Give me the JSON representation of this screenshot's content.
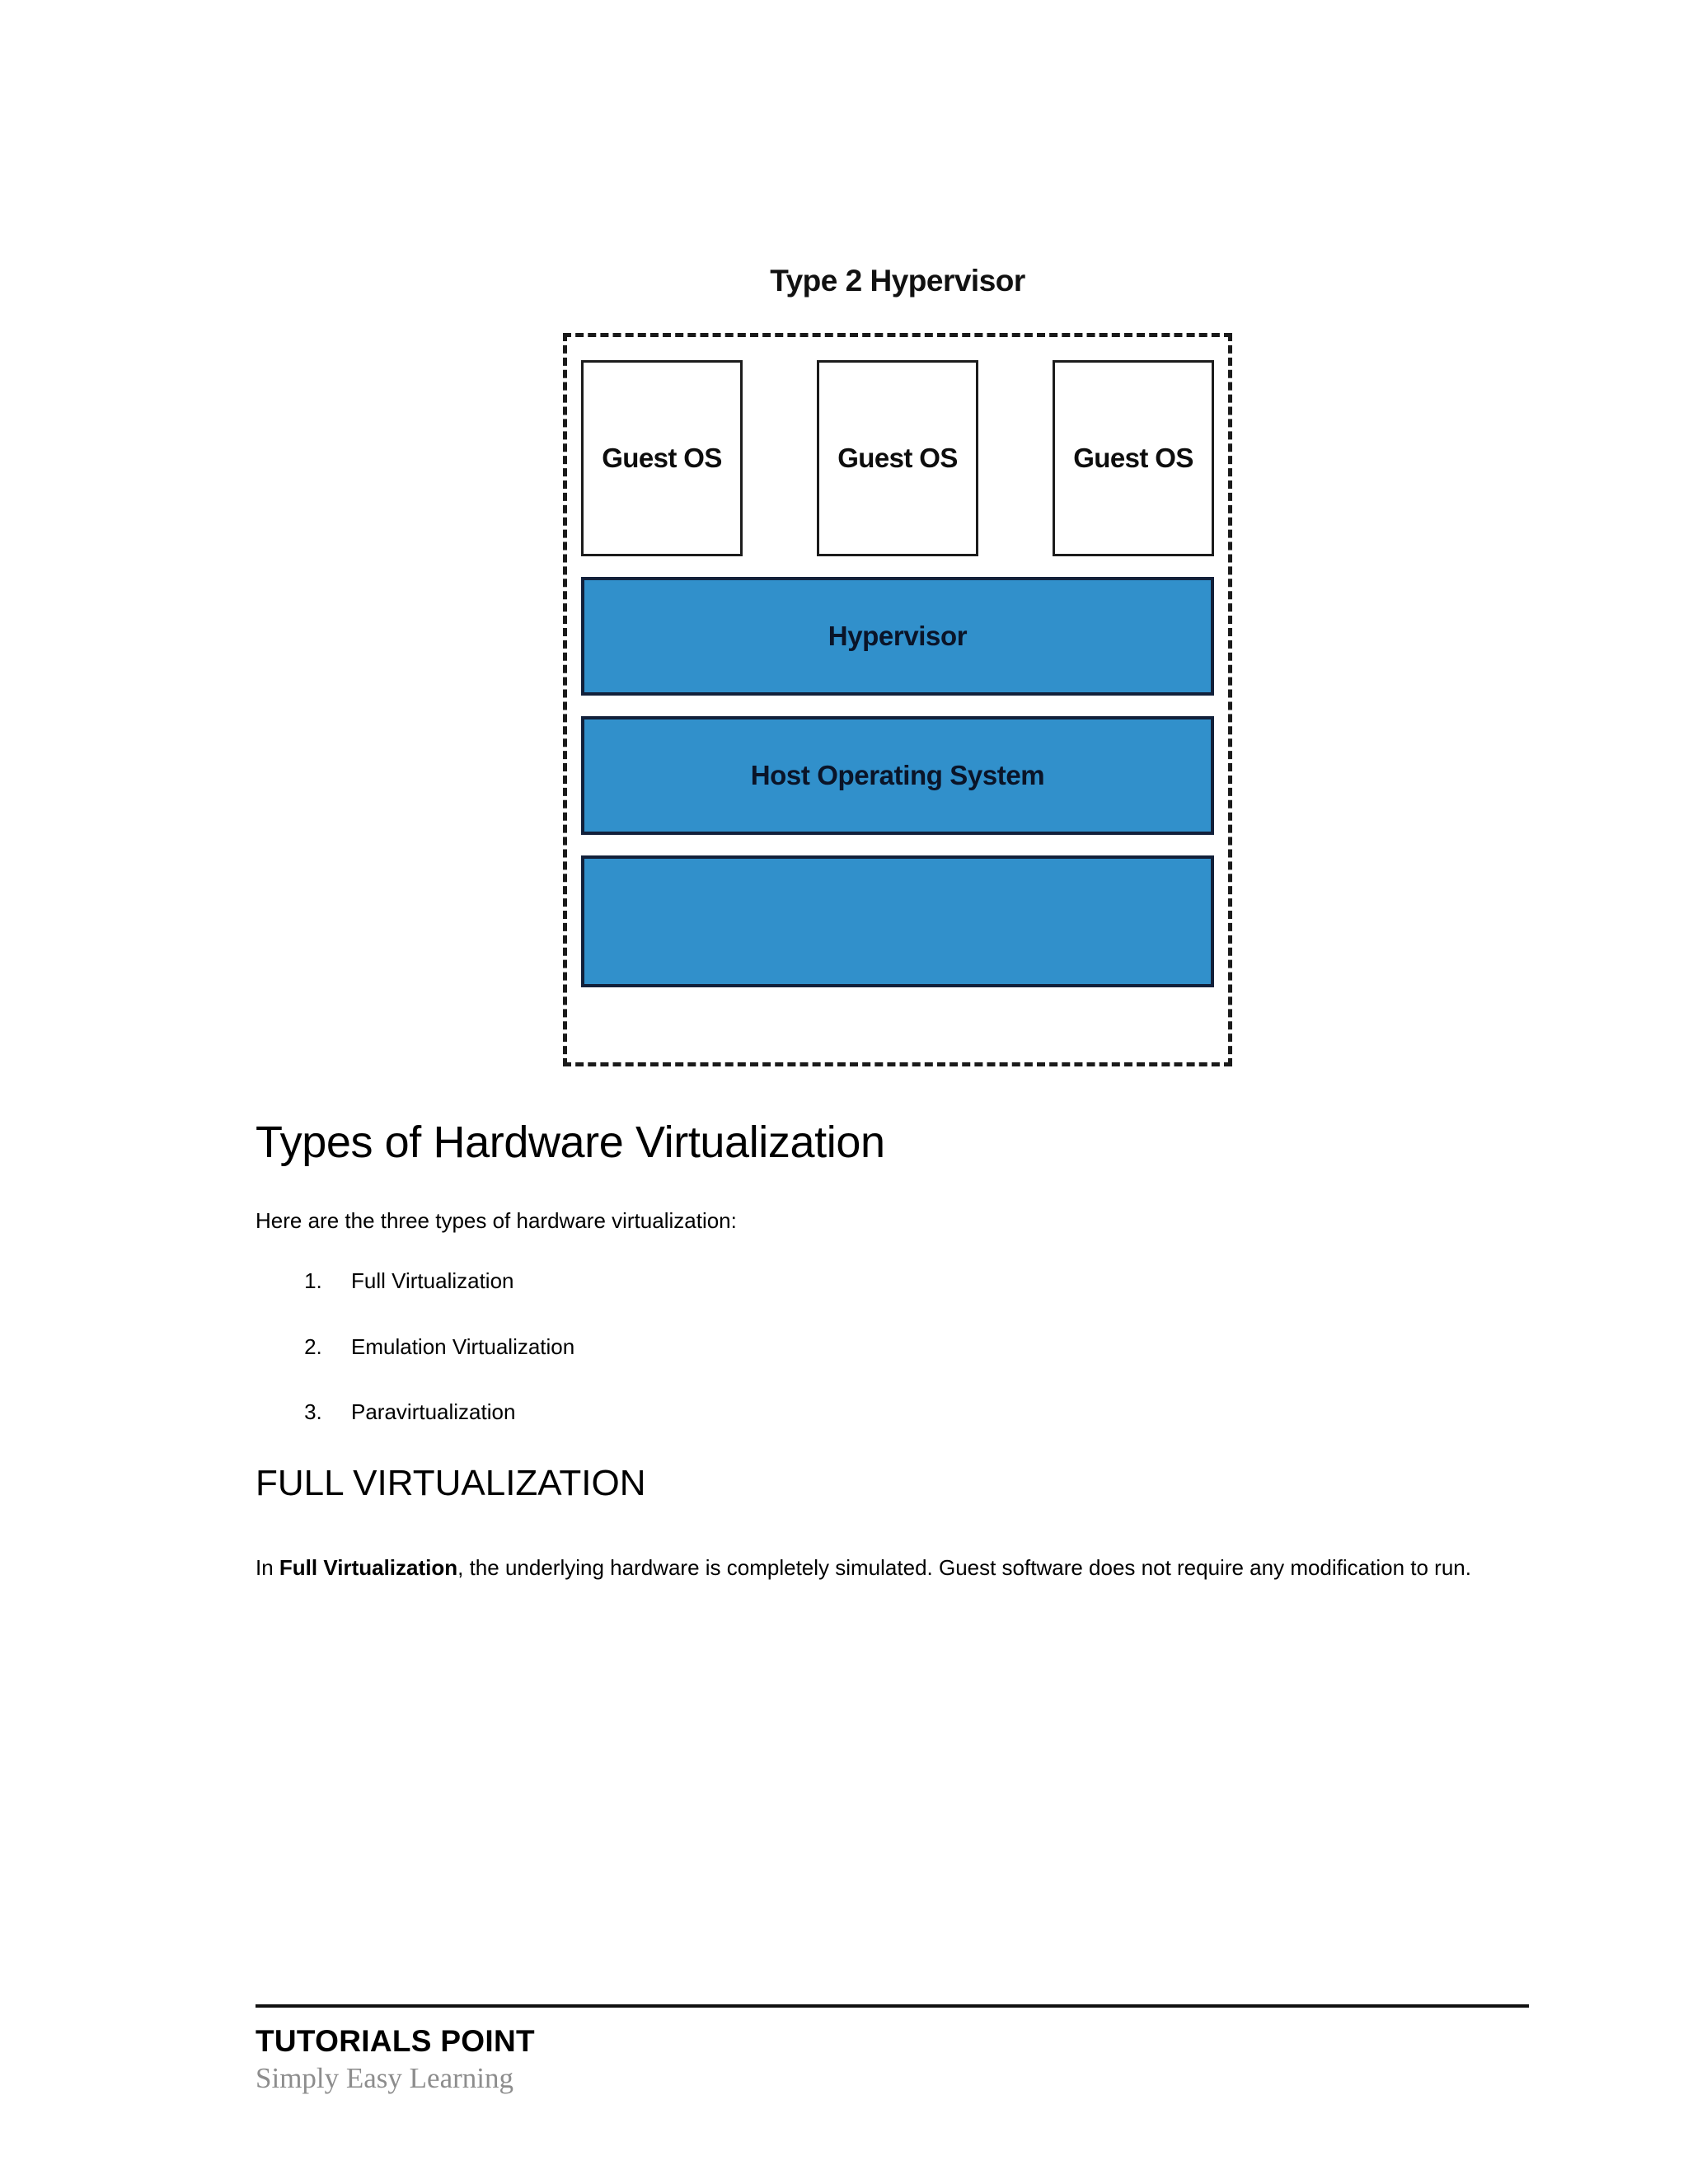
{
  "figure": {
    "title": "Type 2 Hypervisor",
    "guest_boxes": [
      {
        "label": "Guest OS"
      },
      {
        "label": "Guest OS"
      },
      {
        "label": "Guest OS"
      }
    ],
    "layers": [
      {
        "label": "Hypervisor"
      },
      {
        "label": "Host Operating System"
      },
      {
        "label": ""
      }
    ],
    "colors": {
      "layer_fill": "#3190cb",
      "layer_border": "#12203a",
      "frame_border": "#1a1a1a",
      "guest_border": "#1c1c1c"
    }
  },
  "content": {
    "section_title": "Types of Hardware Virtualization",
    "intro": "Here are the three types of hardware virtualization:",
    "types": [
      "Full Virtualization",
      "Emulation Virtualization",
      "Paravirtualization"
    ],
    "sub_title": "FULL VIRTUALIZATION",
    "paragraph": {
      "lead": "In ",
      "bold": "Full Virtualization",
      "rest": ", the underlying hardware is completely simulated. Guest software does not require any modification to run."
    }
  },
  "footer": {
    "brand": "TUTORIALS POINT",
    "tagline": "Simply Easy Learning"
  }
}
